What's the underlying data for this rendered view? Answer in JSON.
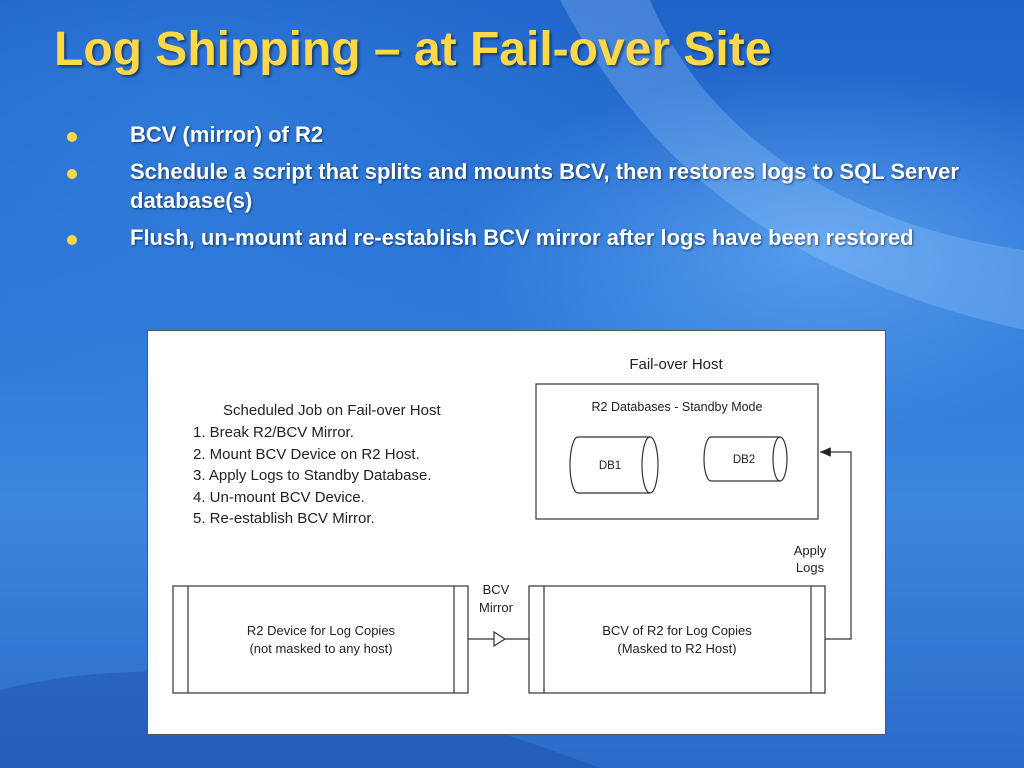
{
  "slide": {
    "title": "Log Shipping – at Fail-over Site",
    "bullets": [
      "BCV (mirror) of R2",
      "Schedule a script that splits and mounts BCV, then restores logs to SQL Server database(s)",
      "Flush, un-mount and re-establish BCV mirror after logs have been restored"
    ]
  },
  "diagram": {
    "failover_host_label": "Fail-over Host",
    "standby_box_label": "R2 Databases - Standby Mode",
    "db1_label": "DB1",
    "db2_label": "DB2",
    "job_title": "Scheduled Job on Fail-over Host",
    "job_steps": [
      "1. Break R2/BCV Mirror.",
      "2. Mount BCV Device on R2 Host.",
      "3. Apply Logs to Standby Database.",
      "4. Un-mount BCV Device.",
      "5. Re-establish BCV Mirror."
    ],
    "apply_logs_label": [
      "Apply",
      "Logs"
    ],
    "bcv_mirror_label": [
      "BCV",
      "Mirror"
    ],
    "r2_device_label": [
      "R2 Device for Log Copies",
      "(not masked to any host)"
    ],
    "bcv_device_label": [
      "BCV of R2 for Log Copies",
      "(Masked to R2 Host)"
    ]
  },
  "colors": {
    "title": "#ffd84a",
    "bullet": "#ffd84a",
    "body_text": "#ffffff"
  }
}
